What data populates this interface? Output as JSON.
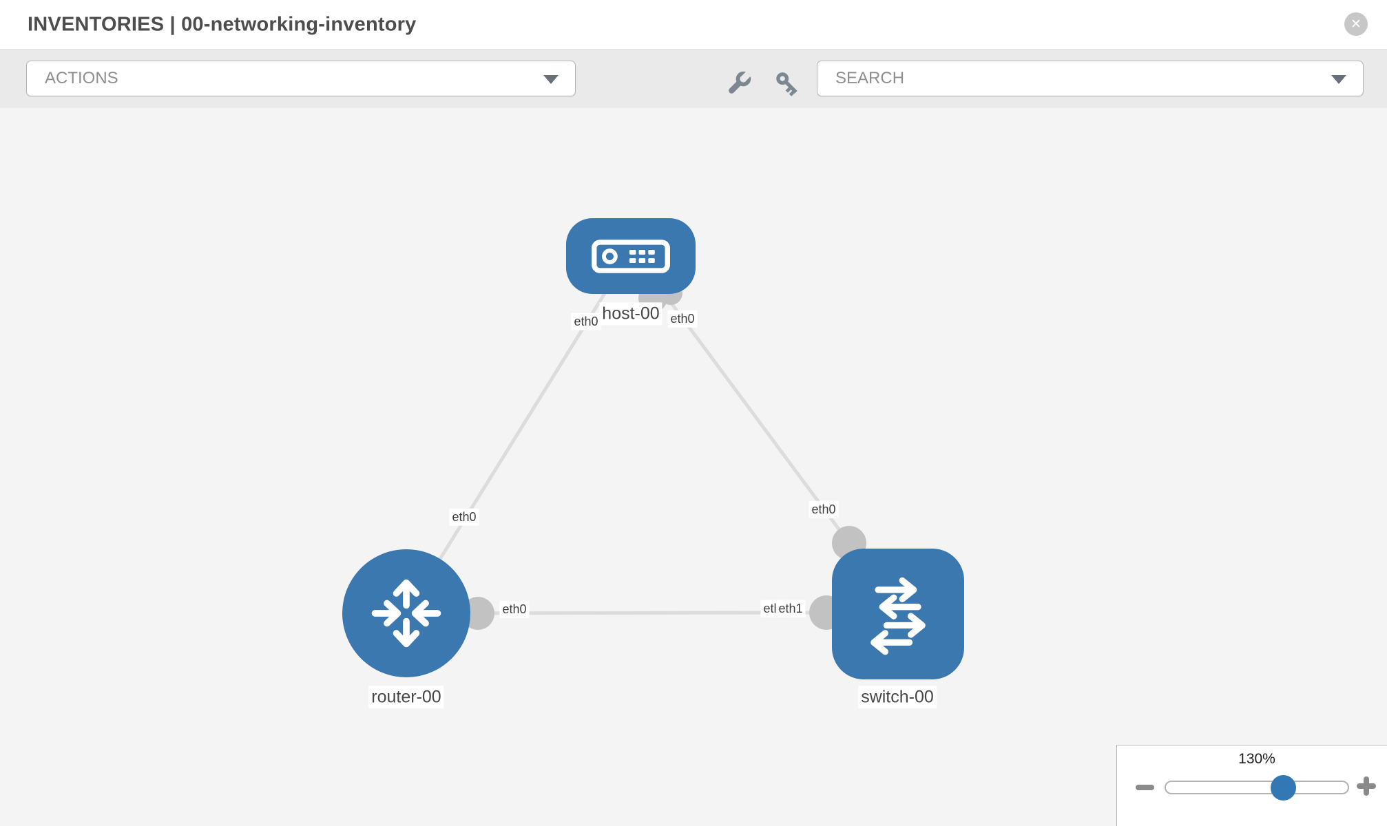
{
  "header": {
    "title": "INVENTORIES | 00-networking-inventory",
    "close_glyph": "✕"
  },
  "toolbar": {
    "actions_label": "ACTIONS",
    "search_label": "SEARCH"
  },
  "icons": [
    "close-icon",
    "actions-caret-icon",
    "search-caret-icon",
    "wrench-icon",
    "key-icon",
    "host-icon",
    "router-icon",
    "switch-icon",
    "minus-icon",
    "plus-icon"
  ],
  "topology": {
    "nodes": [
      {
        "id": "host-00",
        "type": "host",
        "label": "host-00"
      },
      {
        "id": "router-00",
        "type": "router",
        "label": "router-00"
      },
      {
        "id": "switch-00",
        "type": "switch",
        "label": "switch-00"
      }
    ],
    "links": [
      {
        "from": "host-00",
        "from_iface": "eth0",
        "to": "router-00",
        "to_iface": "eth0"
      },
      {
        "from": "host-00",
        "from_iface": "eth0",
        "to": "switch-00",
        "to_iface": "eth0"
      },
      {
        "from": "router-00",
        "from_iface": "eth0",
        "to": "switch-00",
        "to_iface": "eth1"
      }
    ],
    "overlapped_iface_label": "eth0"
  },
  "zoom_control": {
    "value_label": "130%"
  },
  "colors": {
    "node_blue": "#3b78b0",
    "edge_gray": "#dcdcdc",
    "connector_gray": "#c2c2c2",
    "slider_thumb_blue": "#3178b5"
  }
}
